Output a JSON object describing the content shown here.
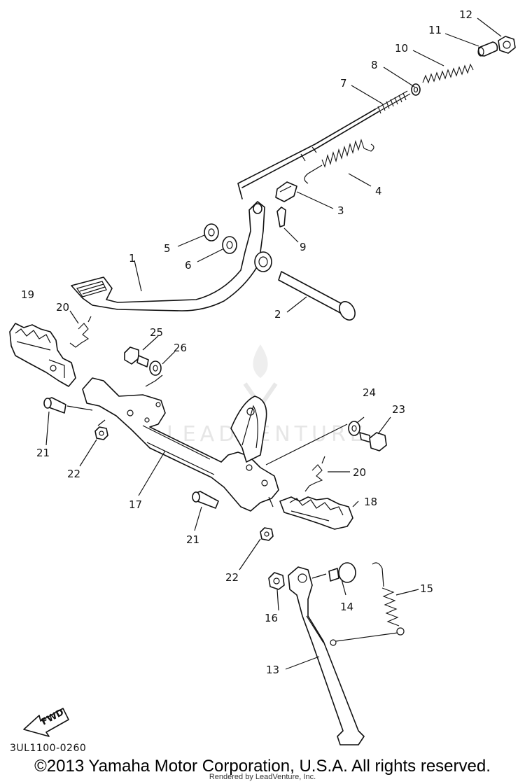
{
  "diagram": {
    "code": "3UL1100-0260",
    "fwd_label": "FWD",
    "watermark": "LEADVENTURE",
    "callouts": {
      "c1": "1",
      "c2": "2",
      "c3": "3",
      "c4": "4",
      "c5": "5",
      "c6": "6",
      "c7": "7",
      "c8": "8",
      "c9": "9",
      "c10": "10",
      "c11": "11",
      "c12": "12",
      "c13": "13",
      "c14": "14",
      "c15": "15",
      "c16": "16",
      "c17": "17",
      "c18": "18",
      "c19": "19",
      "c20a": "20",
      "c20b": "20",
      "c21a": "21",
      "c21b": "21",
      "c22a": "22",
      "c22b": "22",
      "c23": "23",
      "c24": "24",
      "c25": "25",
      "c26": "26"
    }
  },
  "footer": {
    "copyright": "©2013 Yamaha Motor Corporation, U.S.A. All rights reserved.",
    "rendered_by": "Rendered by LeadVenture, Inc."
  }
}
